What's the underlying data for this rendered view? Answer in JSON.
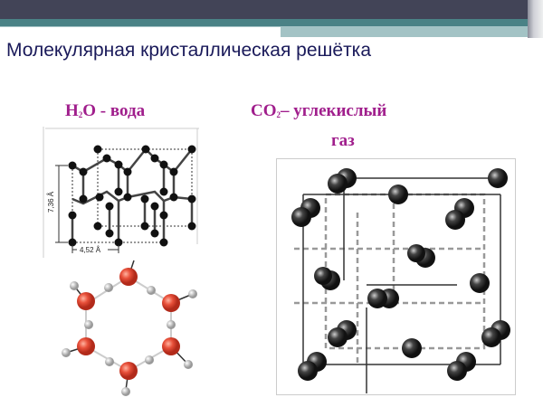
{
  "slide": {
    "title": "Молекулярная кристаллическая решётка",
    "colors": {
      "header_dark": "#424457",
      "header_teal": "#4a8286",
      "header_light": "#a3c3c5",
      "title": "#1a1a5a",
      "label": "#a01e8c"
    }
  },
  "water": {
    "formula_main": "H",
    "formula_sub": "2",
    "formula_rest": "O - вода",
    "lattice_dim_vertical": "7,36 Å",
    "lattice_dim_horizontal": "4,52 Å"
  },
  "co2": {
    "formula_main": "CO",
    "formula_sub": "2",
    "formula_rest": "– углекислый",
    "line2": "газ"
  }
}
